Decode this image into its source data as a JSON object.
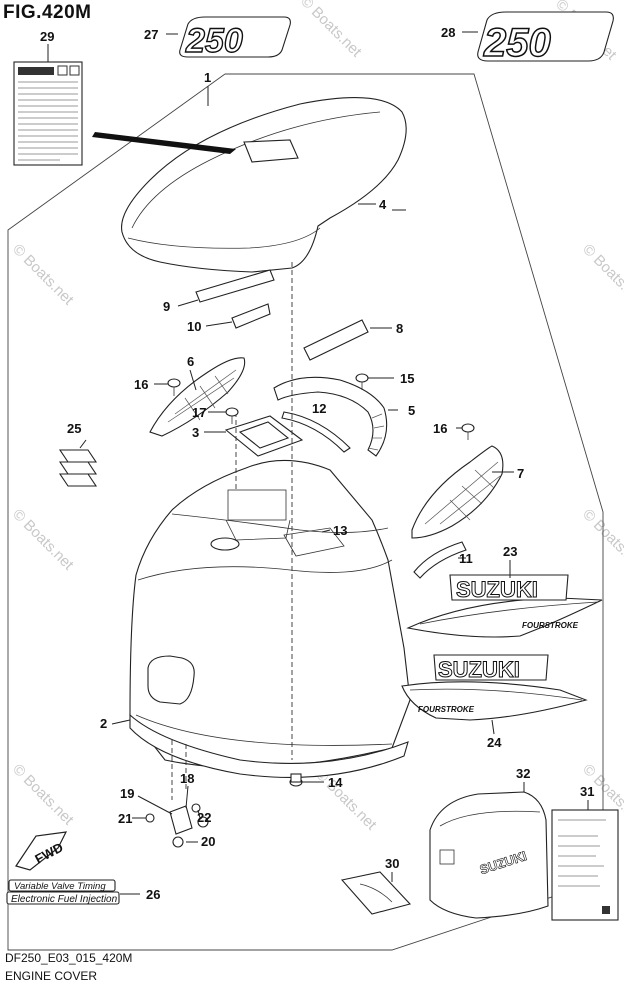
{
  "figure": {
    "title": "FIG.420M",
    "code": "DF250_E03_015_420M",
    "name": "ENGINE COVER"
  },
  "watermark": "© Boats.net",
  "emblem_text": "250",
  "decal": {
    "brand": "SUZUKI",
    "sub": "FOURSTROKE"
  },
  "cover_text": "SUZUKI",
  "fwd_label": "FWD",
  "labels": {
    "vvt": "Variable Valve Timing",
    "efi": "Electronic Fuel Injection"
  },
  "callouts": [
    "1",
    "2",
    "3",
    "4",
    "5",
    "6",
    "7",
    "8",
    "9",
    "10",
    "11",
    "12",
    "13",
    "14",
    "15",
    "16",
    "16",
    "17",
    "18",
    "19",
    "20",
    "21",
    "22",
    "23",
    "24",
    "25",
    "26",
    "27",
    "28",
    "29",
    "30",
    "31",
    "32"
  ],
  "colors": {
    "line": "#222222",
    "watermark": "#c8c8c8"
  }
}
